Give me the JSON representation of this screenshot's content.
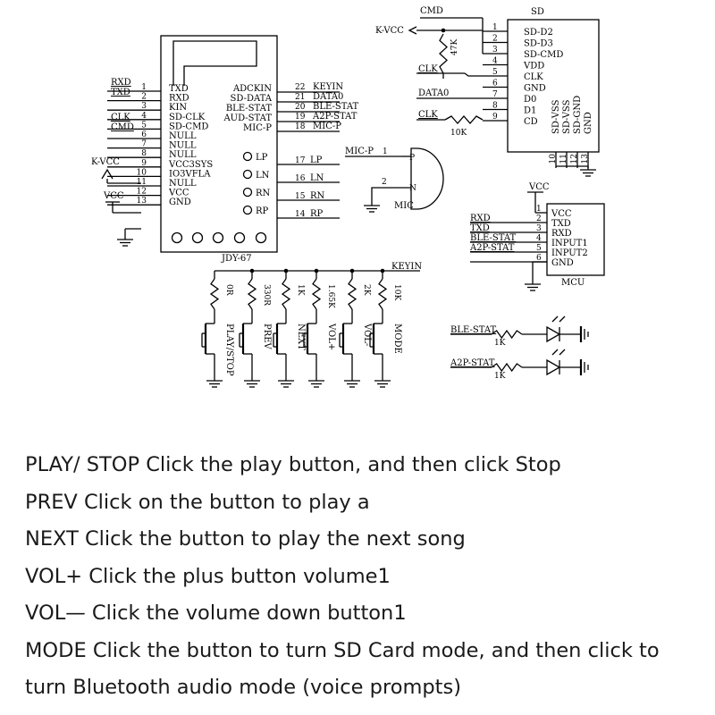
{
  "module": {
    "name": "JDY-67",
    "left_pins": [
      "TXD",
      "RXD",
      "KIN",
      "SD-CLK",
      "SD-CMD",
      "NULL",
      "NULL",
      "NULL",
      "VCC3SYS",
      "IO3VFLA",
      "NULL",
      "VCC",
      "GND"
    ],
    "left_numbers": [
      "1",
      "2",
      "3",
      "4",
      "5",
      "6",
      "7",
      "8",
      "9",
      "10",
      "11",
      "12",
      "13"
    ],
    "right_pins": [
      "ADCKIN",
      "SD-DATA",
      "BLE-STAT",
      "AUD-STAT",
      "MIC-P"
    ],
    "right_numbers": [
      "22",
      "21",
      "20",
      "19",
      "18"
    ],
    "right_nets": [
      "KEYIN",
      "DATA0",
      "BLE-STAT",
      "A2P-STAT",
      "MIC-P"
    ],
    "audio_pins": [
      "LP",
      "LN",
      "RN",
      "RP"
    ],
    "audio_numbers": [
      "17",
      "16",
      "15",
      "14"
    ],
    "audio_nets": [
      "LP",
      "LN",
      "RN",
      "RP"
    ]
  },
  "left_nets": {
    "rxd": "RXD",
    "txd": "TXD",
    "clk": "CLK",
    "cmd": "CMD",
    "kvcc": "K-VCC",
    "vcc": "VCC"
  },
  "sd": {
    "title": "SD",
    "pins": [
      "SD-D2",
      "SD-D3",
      "SD-CMD",
      "VDD",
      "CLK",
      "GND",
      "D0",
      "D1",
      "CD"
    ],
    "numbers": [
      "1",
      "2",
      "3",
      "4",
      "5",
      "6",
      "7",
      "8",
      "9"
    ],
    "bottom_pins": [
      "SD-VSS",
      "SD-VSS",
      "SD-GND",
      "GND"
    ],
    "bottom_numbers": [
      "10",
      "11",
      "12",
      "13"
    ],
    "nets": {
      "cmd": "CMD",
      "kvcc": "K-VCC",
      "resistor1": "47K",
      "clk1": "CLK",
      "data0": "DATA0",
      "clk2": "CLK",
      "resistor2": "10K"
    }
  },
  "mic": {
    "net": "MIC-P",
    "pin1": "1",
    "pin2": "2",
    "p": "P",
    "n": "N",
    "label": "MIC"
  },
  "mcu": {
    "label": "MCU",
    "vcc_net": "VCC",
    "pins": [
      "VCC",
      "TXD",
      "RXD",
      "INPUT1",
      "INPUT2",
      "GND"
    ],
    "numbers": [
      "1",
      "2",
      "3",
      "4",
      "5",
      "6"
    ],
    "nets": [
      "RXD",
      "TXD",
      "BLE-STAT",
      "A2P-STAT"
    ]
  },
  "buttons": {
    "keyin": "KEYIN",
    "items": [
      {
        "resistor": "0R",
        "label": "PLAY/STOP"
      },
      {
        "resistor": "330R",
        "label": "PREV"
      },
      {
        "resistor": "1K",
        "label": "NEXT"
      },
      {
        "resistor": "1.65K",
        "label": "VOL+"
      },
      {
        "resistor": "2K",
        "label": "VOL-"
      },
      {
        "resistor": "10K",
        "label": "MODE"
      }
    ]
  },
  "leds": [
    {
      "net": "BLE-STAT",
      "resistor": "1K"
    },
    {
      "net": "A2P-STAT",
      "resistor": "1K"
    }
  ],
  "notes": [
    "PLAY/ STOP Click the play button, and then click Stop",
    "PREV Click on the button to play a",
    "NEXT Click the button to play the next song",
    "VOL+ Click the plus button volume1",
    "VOL— Click the volume down button1",
    "MODE Click the button to turn SD Card mode, and then click to",
    "turn Bluetooth audio mode (voice prompts)"
  ]
}
